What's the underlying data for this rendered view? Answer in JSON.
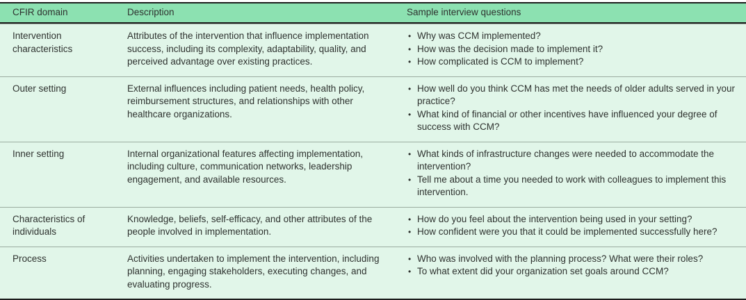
{
  "icons": {
    "bullet": "•"
  },
  "colors": {
    "header_bg": "#8ce1b1",
    "row_bg": "#e1f6e9",
    "border_dark": "#1c1c1c",
    "row_divider": "#9aab9f",
    "text": "#2e322f"
  },
  "table": {
    "headers": [
      "CFIR domain",
      "Description",
      "Sample interview questions"
    ],
    "rows": [
      {
        "domain": "Intervention characteristics",
        "description": "Attributes of the intervention that influence implementation success, including its complexity, adaptability, quality, and perceived advantage over existing practices.",
        "questions": [
          "Why was CCM implemented?",
          "How was the decision made to implement it?",
          "How complicated is CCM to implement?"
        ]
      },
      {
        "domain": "Outer setting",
        "description": "External influences including patient needs, health policy, reimbursement structures, and relationships with other healthcare organizations.",
        "questions": [
          "How well do you think CCM has met the needs of older adults served in your practice?",
          "What kind of financial or other incentives have influenced your degree of success with CCM?"
        ]
      },
      {
        "domain": "Inner setting",
        "description": "Internal organizational features affecting implementation, including culture, communication networks, leadership engagement, and available resources.",
        "questions": [
          "What kinds of infrastructure changes were needed to accommodate the intervention?",
          "Tell me about a time you needed to work with colleagues to implement this intervention."
        ]
      },
      {
        "domain": "Characteristics of individuals",
        "description": "Knowledge, beliefs, self-efficacy, and other attributes of the people involved in implementation.",
        "questions": [
          "How do you feel about the intervention being used in your setting?",
          "How confident were you that it could be implemented successfully here?"
        ]
      },
      {
        "domain": "Process",
        "description": "Activities undertaken to implement the intervention, including planning, engaging stakeholders, executing changes, and evaluating progress.",
        "questions": [
          "Who was involved with the planning process? What were their roles?",
          "To what extent did your organization set goals around CCM?"
        ]
      }
    ]
  }
}
